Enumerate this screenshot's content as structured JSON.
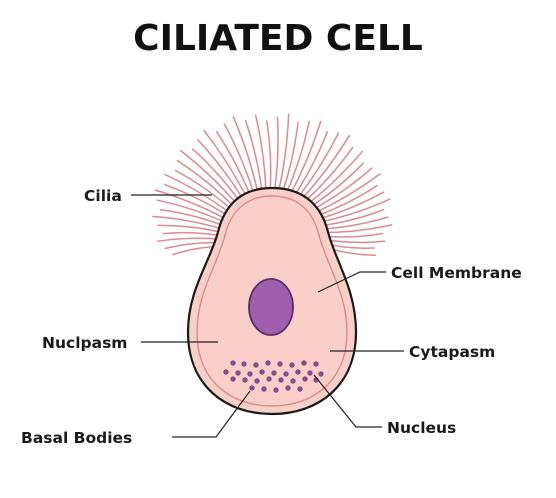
{
  "title": "CILIATED CELL",
  "labels": {
    "cilia": "Cilia",
    "cell_membrane": "Cell Membrane",
    "nuclpasm": "Nuclpasm",
    "cytapasm": "Cytapasm",
    "basal_bodies": "Basal Bodies",
    "nucleus": "Nucleus"
  },
  "colors": {
    "cell_fill": "#f9cfc8",
    "cell_outline": "#1a1a1a",
    "inner_membrane": "#d98c8c",
    "cilia": "#d98a92",
    "nucleus_fill": "#a05fae",
    "nucleus_outline": "#5d2c68",
    "basal_bodies": "#8a4a92",
    "text": "#111111"
  }
}
